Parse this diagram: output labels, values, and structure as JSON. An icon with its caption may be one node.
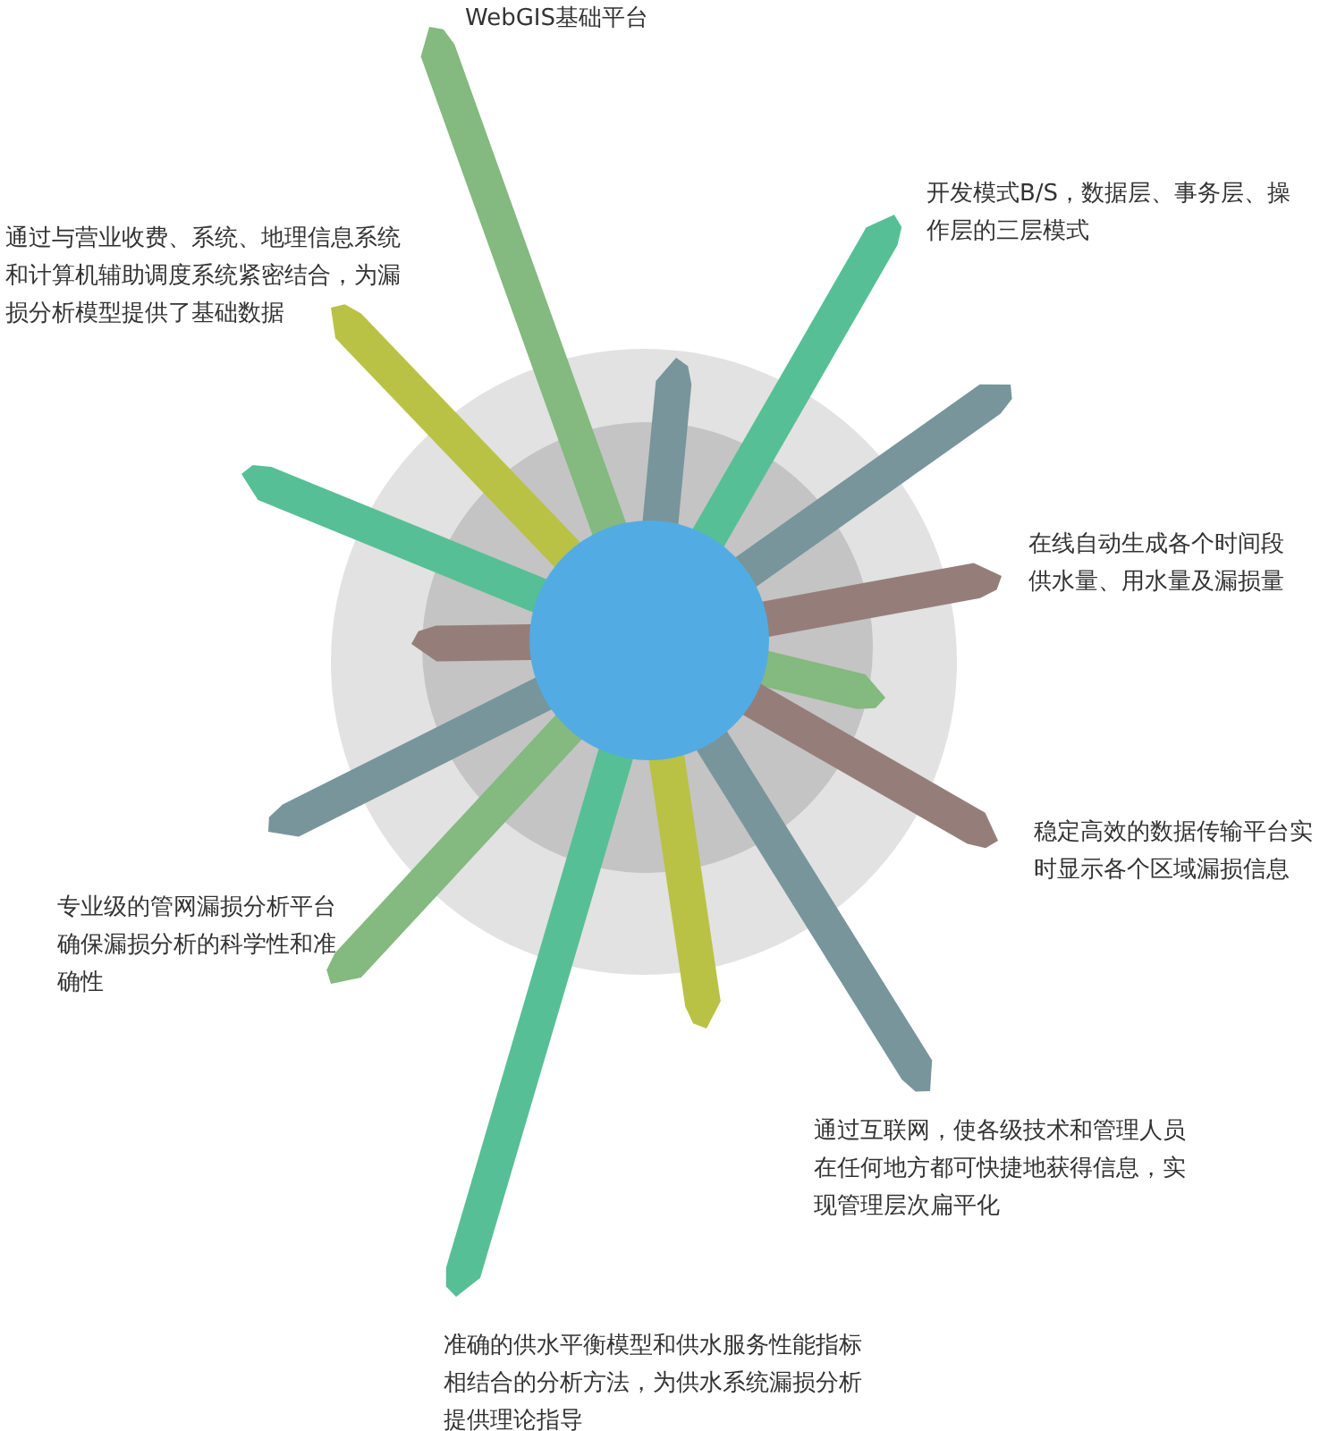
{
  "diagram": {
    "labels": [
      "WebGIS基础平台",
      "开发模式B/S，数据层、事务层、操作层的三层模式",
      "通过与营业收费、系统、地理信息系统和计算机辅助调度系统紧密结合，为漏损分析模型提供了基础数据",
      "在线自动生成各个时间段供水量、用水量及漏损量",
      "稳定高效的数据传输平台实时显示各个区域漏损信息",
      "专业级的管网漏损分析平台确保漏损分析的科学性和准确性",
      "通过互联网，使各级技术和管理人员在任何地方都可快捷地获得信息，实现管理层次扁平化",
      "准确的供水平衡模型和供水服务性能指标相结合的分析方法，为供水系统漏损分析提供理论指导"
    ]
  }
}
